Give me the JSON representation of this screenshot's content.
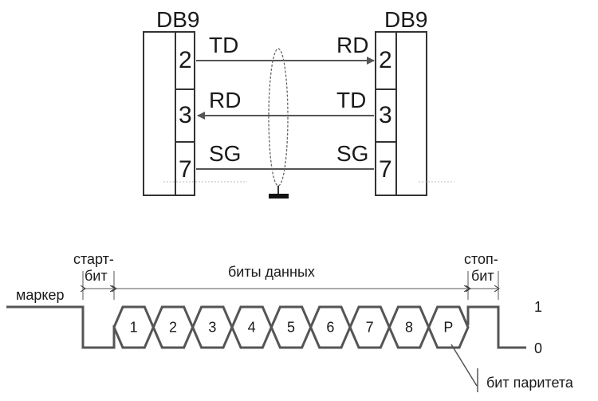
{
  "connector": {
    "left_title": "DB9",
    "right_title": "DB9",
    "pins": [
      "2",
      "3",
      "7"
    ],
    "left_signals": [
      "TD",
      "RD",
      "SG"
    ],
    "right_signals": [
      "RD",
      "TD",
      "SG"
    ]
  },
  "frame": {
    "marker_label": "маркер",
    "start_bit_label": [
      "старт-",
      "бит"
    ],
    "data_bits_label": "биты данных",
    "stop_bit_label": [
      "стоп-",
      "бит"
    ],
    "bits": [
      "1",
      "2",
      "3",
      "4",
      "5",
      "6",
      "7",
      "8",
      "P"
    ],
    "level_high": "1",
    "level_low": "0",
    "parity_label": "бит паритета"
  }
}
